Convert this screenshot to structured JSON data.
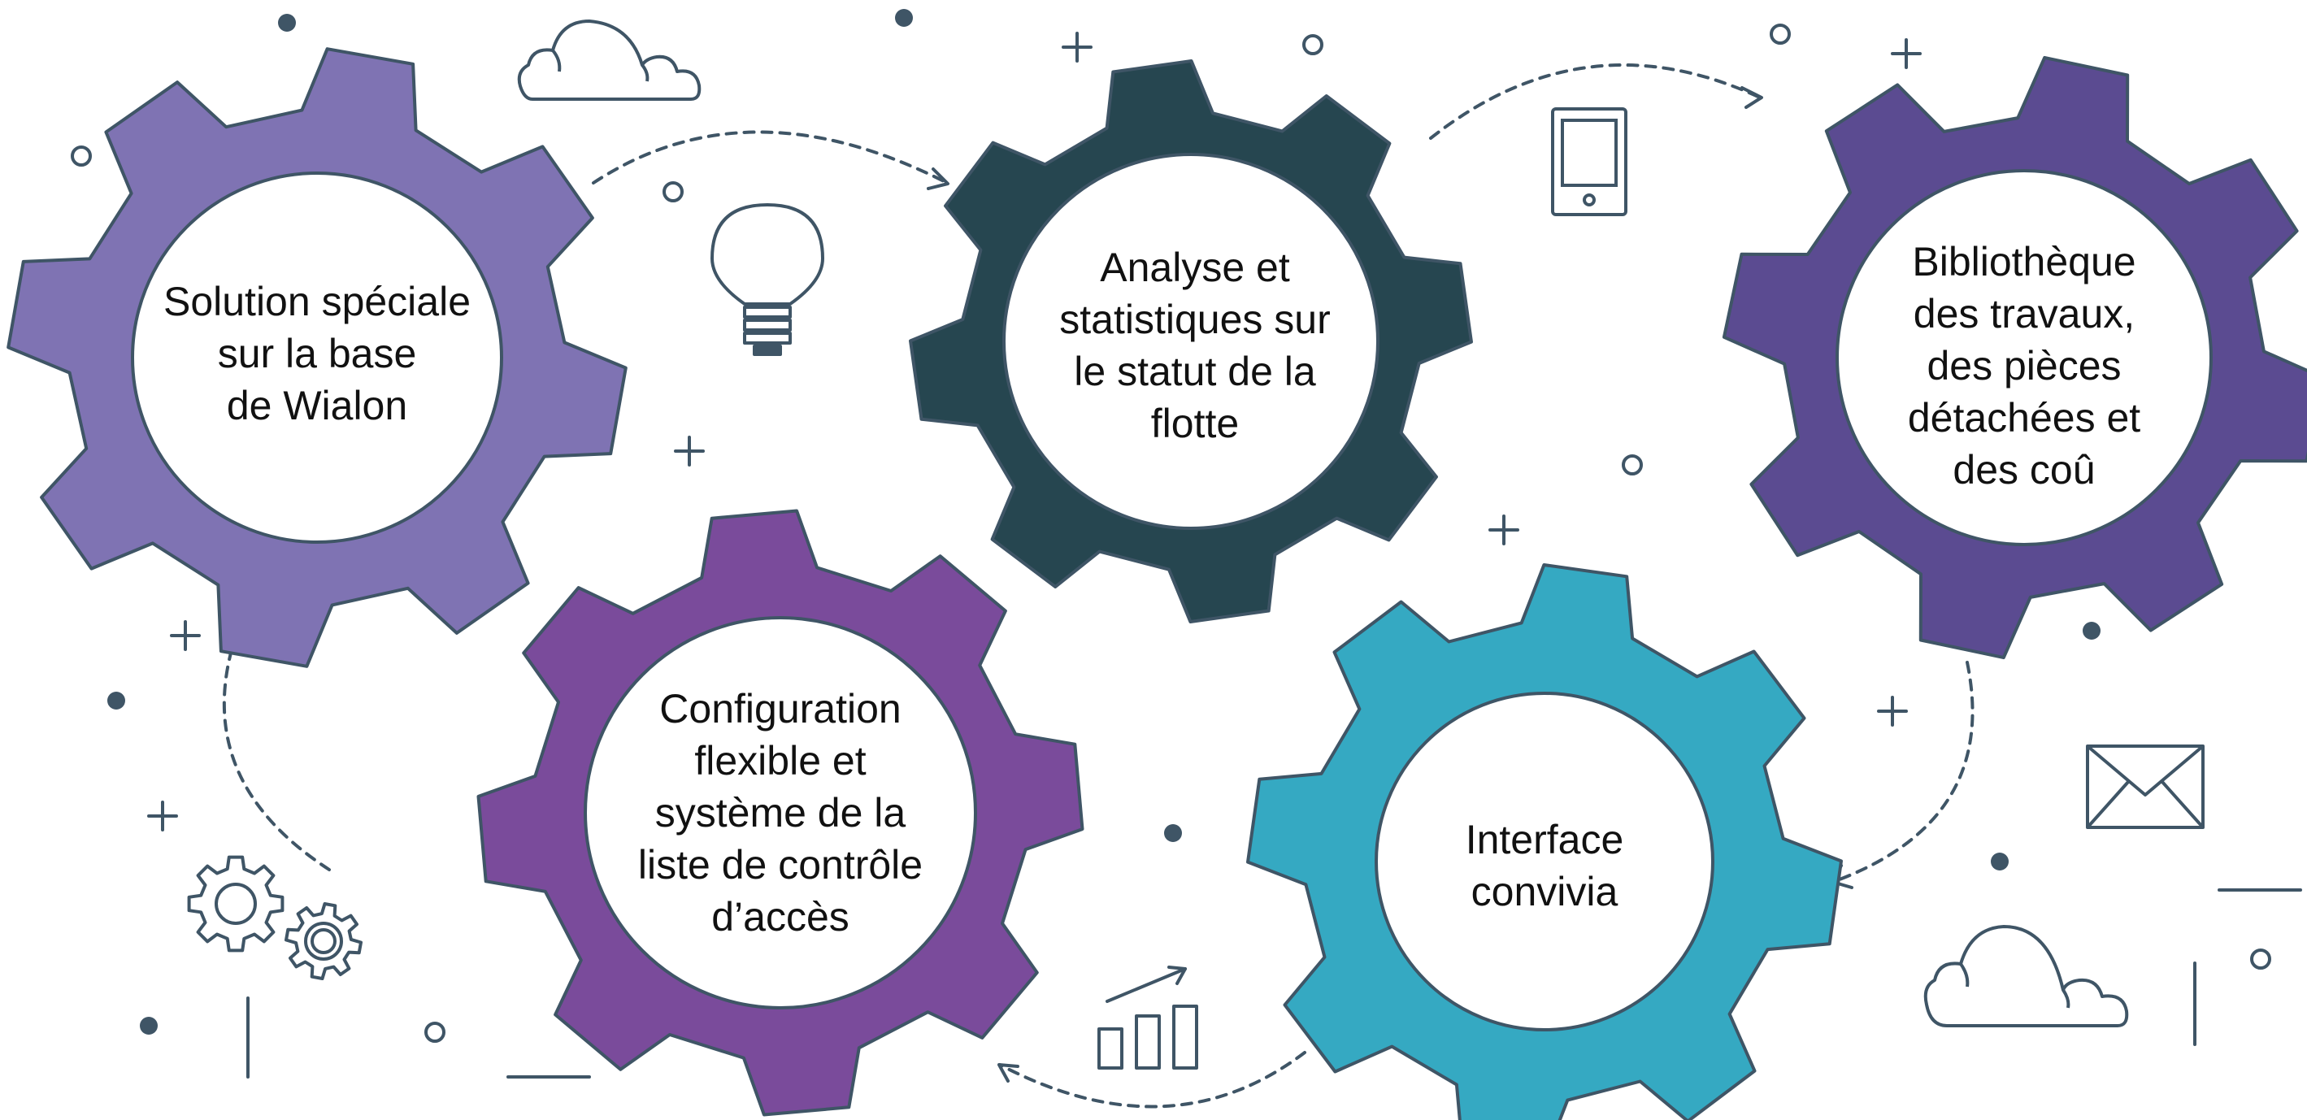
{
  "colors": {
    "gear_solution": "#7f73b3",
    "gear_analyse": "#264650",
    "gear_bibliotheque": "#5b4b91",
    "gear_configuration": "#7a4b9b",
    "gear_interface": "#35a9c2",
    "outline": "#3f5566",
    "decor": "#3f5566"
  },
  "gears": [
    {
      "label": "Solution spéciale\nsur la base\nde Wialon"
    },
    {
      "label": "Analyse et\nstatistiques sur\nle statut de la\nflotte"
    },
    {
      "label": "Bibliothèque\ndes travaux,\ndes pièces\ndétachées et\ndes coû"
    },
    {
      "label": "Configuration\nflexible et\nsystème de la\nliste de contrôle\nd’accès"
    },
    {
      "label": "Interface\nconvivia"
    }
  ],
  "icons": [
    "cloud-icon",
    "lightbulb-icon",
    "tablet-icon",
    "envelope-icon",
    "cloud-icon",
    "bar-chart-icon",
    "cogs-icon"
  ]
}
